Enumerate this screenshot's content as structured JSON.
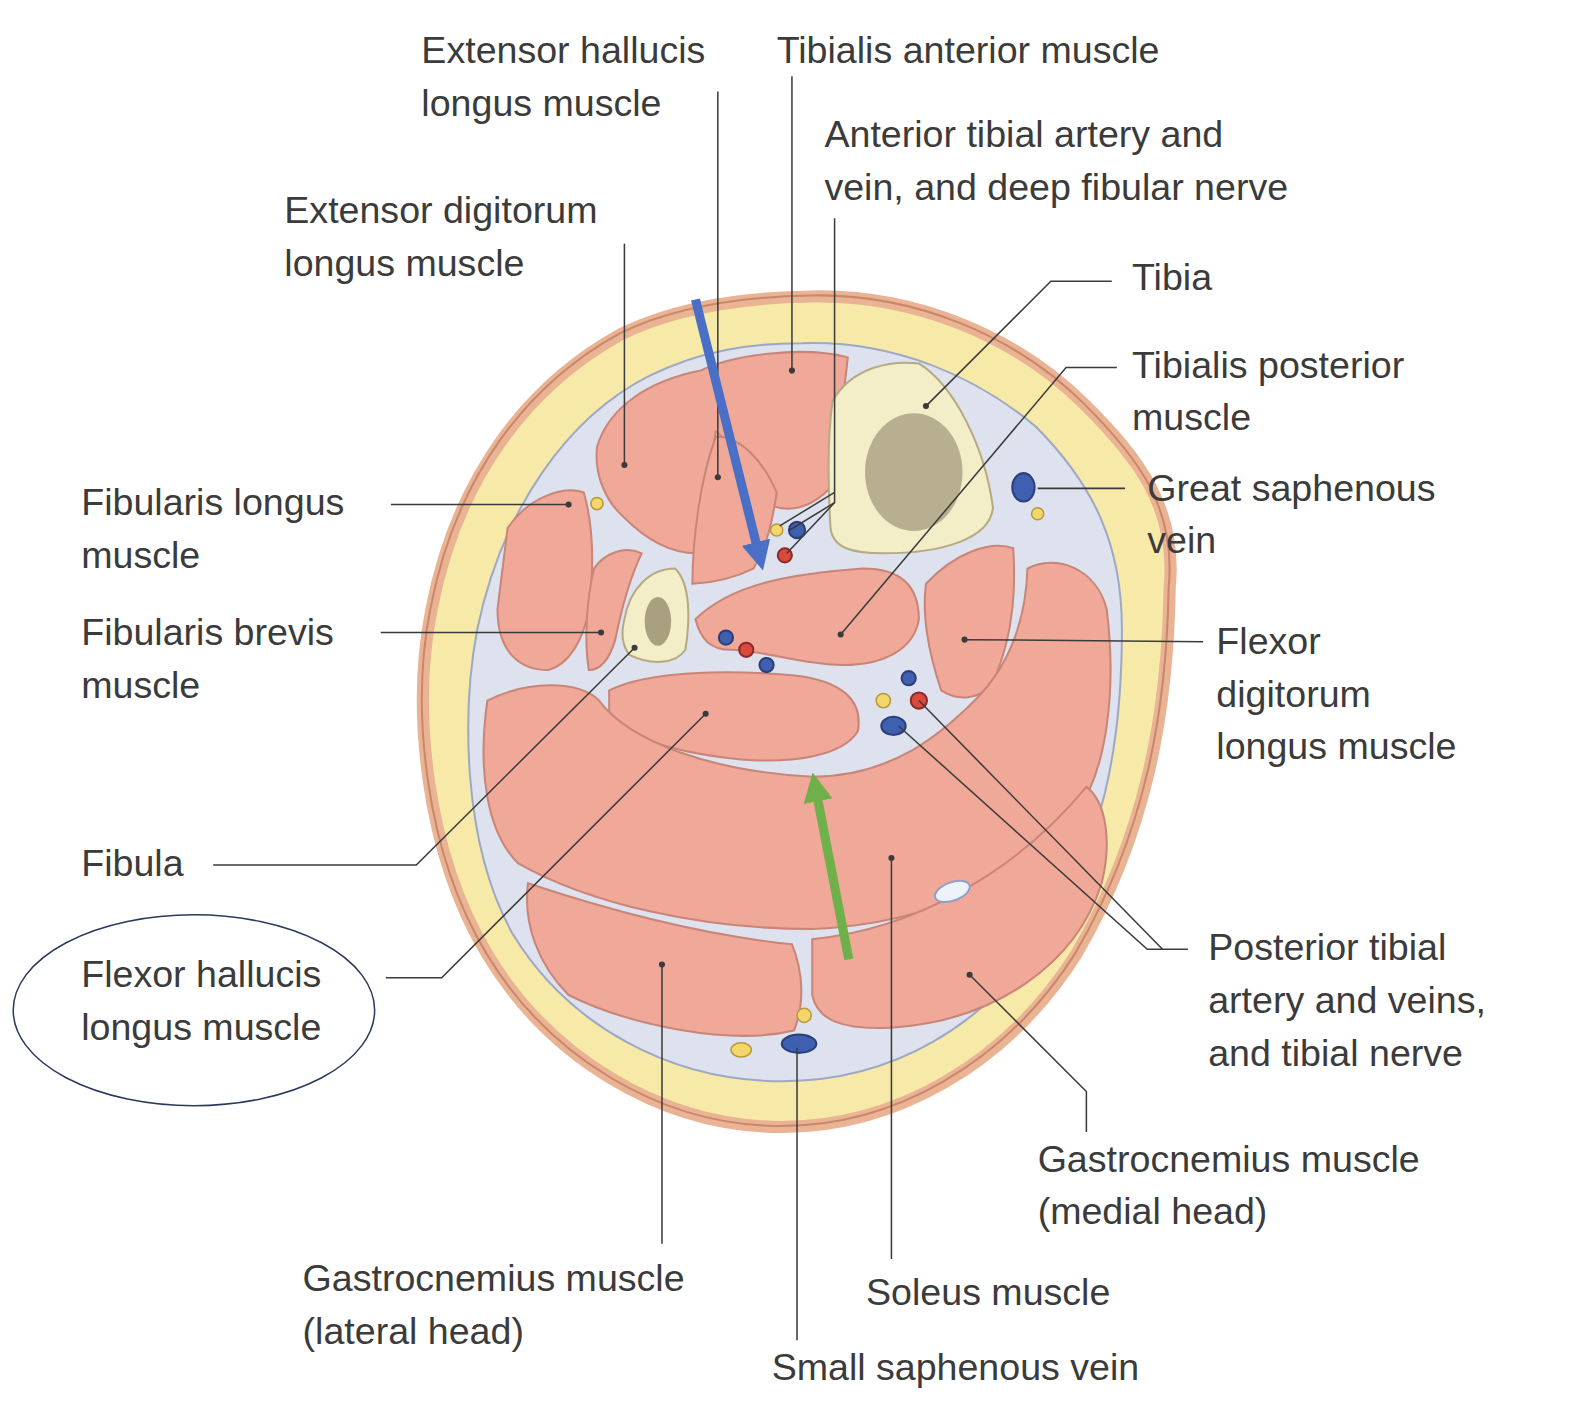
{
  "diagram": {
    "nodes": [
      {
        "text": [
          "Flexor hallucis longus muscle"
        ]
      }
    ],
    "labels": [
      "Extensor hallucis longus muscle",
      "Tibialis anterior muscle",
      "Anterior tibial artery and vein, and deep fibular nerve",
      "Extensor digitorum longus muscle",
      "Tibia",
      "Tibialis posterior muscle",
      "Great saphenous vein",
      "Fibularis longus muscle",
      "Fibularis brevis muscle",
      "Flexor digitorum longus muscle",
      "Fibula",
      "Posterior tibial artery and veins, and tibial nerve",
      "Gastrocnemius muscle (medial head)",
      "Gastrocnemius muscle (lateral head)",
      "Soleus muscle",
      "Small saphenous vein"
    ]
  }
}
